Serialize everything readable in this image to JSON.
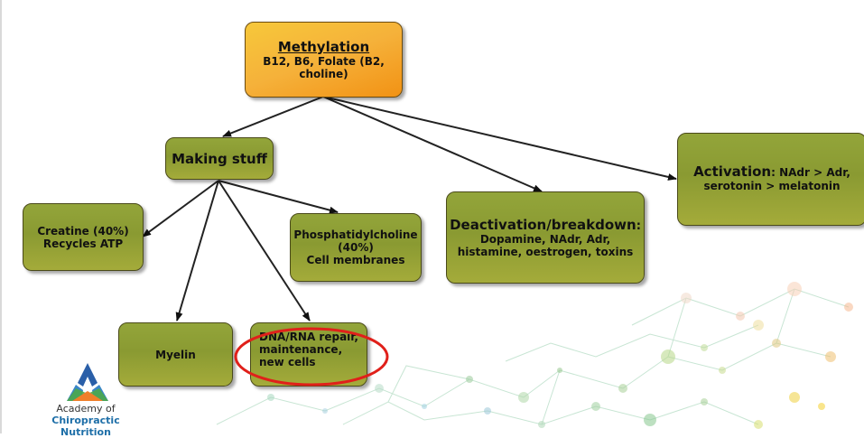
{
  "nodes": {
    "methylation": {
      "title": "Methylation",
      "body": "B12, B6, Folate (B2, choline)"
    },
    "making_stuff": {
      "title": "Making stuff"
    },
    "activation": {
      "title": "Activation",
      "body": ": NAdr > Adr, serotonin > melatonin"
    },
    "creatine": {
      "line1": "Creatine (40%)",
      "line2": "Recycles ATP"
    },
    "phosphatidylcholine": {
      "line1": "Phosphatidylcholine",
      "line2": "(40%)",
      "line3": "Cell membranes"
    },
    "deactivation": {
      "title": "Deactivation/breakdown",
      "colon": ":",
      "body": "Dopamine, NAdr, Adr, histamine, oestrogen, toxins"
    },
    "myelin": {
      "title": "Myelin"
    },
    "dna": {
      "title": "DNA/RNA repair, maintenance, new cells"
    }
  },
  "logo": {
    "line1": "Academy of",
    "line2": "Chiropractic Nutrition"
  },
  "colors": {
    "box_fill": "#8a9a32",
    "title_fill": "#f5b13a",
    "highlight_circle": "#e0201a"
  }
}
